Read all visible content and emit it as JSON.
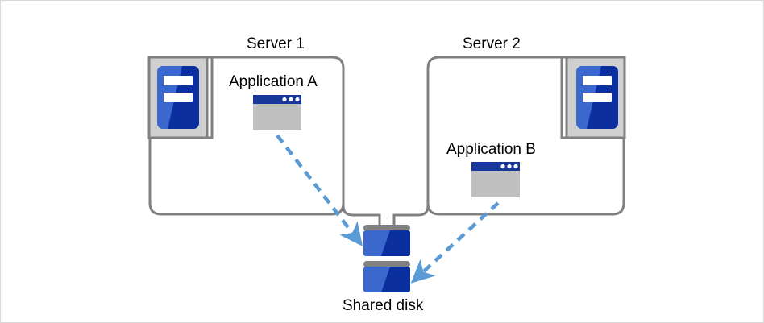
{
  "diagram": {
    "title_labels": {
      "server_1": "Server 1",
      "server_2": "Server 2",
      "shared_disk": "Shared disk"
    },
    "nodes": [
      {
        "id": "server-1",
        "label": "Server 1",
        "app_label": "Application A",
        "icon": "server-icon",
        "app_icon": "application-window-icon"
      },
      {
        "id": "server-2",
        "label": "Server 2",
        "app_label": "Application B",
        "icon": "server-icon",
        "app_icon": "application-window-icon"
      },
      {
        "id": "shared-disk",
        "label": "Shared disk",
        "icon": "disk-stack-icon"
      }
    ],
    "apps": {
      "a": "Application A",
      "b": "Application B"
    },
    "connections": [
      {
        "from": "server-1",
        "to": "shared-disk",
        "style": "solid",
        "color": "#808080"
      },
      {
        "from": "server-2",
        "to": "shared-disk",
        "style": "solid",
        "color": "#808080"
      },
      {
        "from": "application-a",
        "to": "shared-disk",
        "style": "dashed-arrow",
        "color": "#5b9bd5"
      },
      {
        "from": "application-b",
        "to": "shared-disk",
        "style": "dashed-arrow",
        "color": "#5b9bd5"
      }
    ],
    "colors": {
      "box_border": "#808080",
      "icon_frame": "#d0d0d0",
      "icon_frame_border": "#808080",
      "blue_light": "#3b68cc",
      "blue_dark": "#0b2f9e",
      "titlebar_blue": "#18379b",
      "window_body": "#bfbfbf",
      "disk_bar": "#808080",
      "arrow_blue": "#5b9bd5",
      "page_border": "#d9d9d9",
      "background": "#ffffff",
      "text": "#000000"
    }
  }
}
